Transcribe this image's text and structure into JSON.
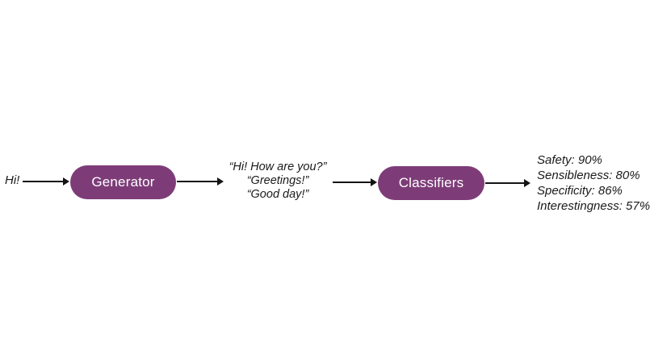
{
  "diagram": {
    "input_label": "Hi!",
    "generator": {
      "label": "Generator"
    },
    "candidates": {
      "lines": [
        "“Hi! How are you?”",
        "“Greetings!”",
        "“Good day!”"
      ]
    },
    "classifiers": {
      "label": "Classifiers"
    },
    "metrics": {
      "lines": [
        "Safety: 90%",
        "Sensibleness: 80%",
        "Specificity: 86%",
        "Interestingness: 57%"
      ]
    },
    "colors": {
      "background": "#ffffff",
      "pill_fill": "#7d3c78",
      "pill_text": "#ffffff",
      "arrow": "#141414",
      "text": "#1a1a1a"
    }
  }
}
